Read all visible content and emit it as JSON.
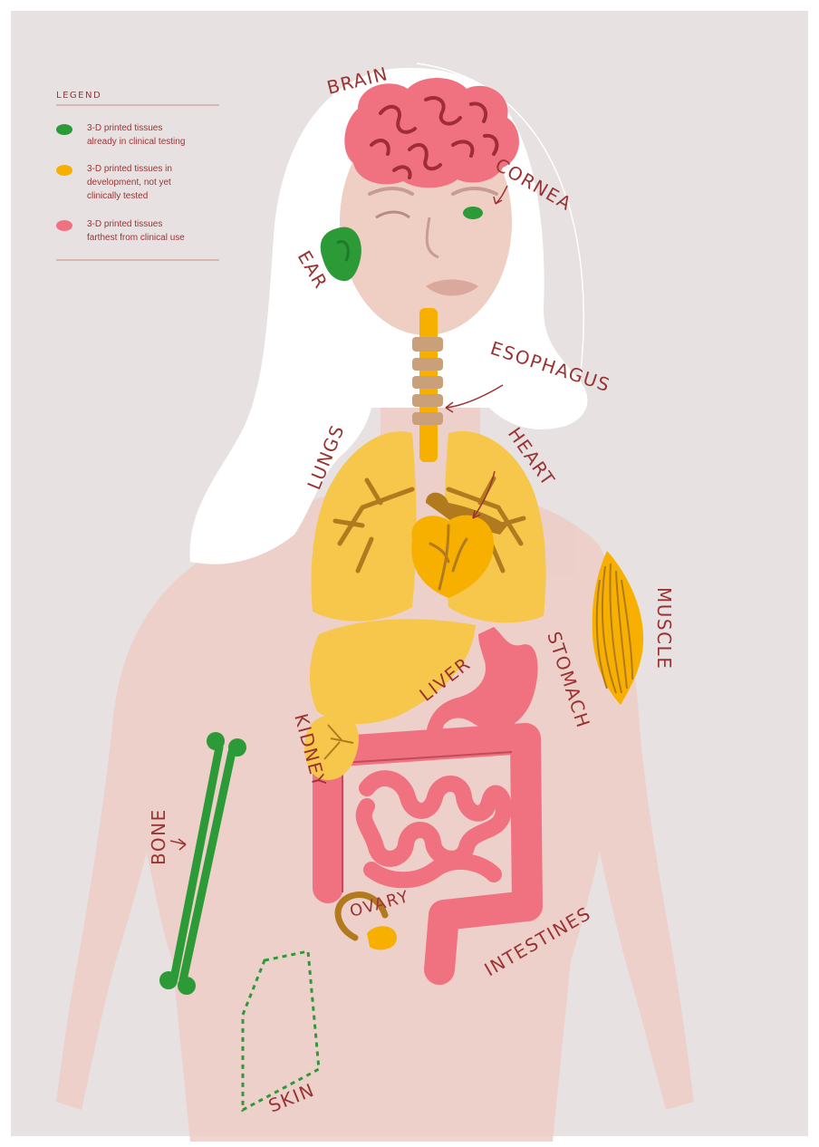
{
  "colors": {
    "background": "#e7e1e1",
    "clinical_testing": "#2b9a37",
    "in_development": "#f7b000",
    "farthest": "#f0717f",
    "label_text": "#9a3434",
    "body": "#efccc6",
    "hair": "#ffffff"
  },
  "legend": {
    "title": "LEGEND",
    "items": [
      {
        "color": "#2b9a37",
        "line1": "3-D printed tissues",
        "line2": "already in clinical testing",
        "line3": ""
      },
      {
        "color": "#f7b000",
        "line1": "3-D printed tissues in",
        "line2": "development, not yet",
        "line3": "clinically tested"
      },
      {
        "color": "#f0717f",
        "line1": "3-D printed tissues",
        "line2": "farthest from clinical use",
        "line3": ""
      }
    ]
  },
  "labels": {
    "brain": "BRAIN",
    "cornea": "CORNEA",
    "ear": "EAR",
    "esophagus": "ESOPHAGUS",
    "lungs": "LUNGS",
    "heart": "HEART",
    "muscle": "MUSCLE",
    "stomach": "STOMACH",
    "liver": "LIVER",
    "kidney": "KIDNEY",
    "bone": "BONE",
    "ovary": "OVARY",
    "intestines": "INTESTINES",
    "skin": "SKIN"
  },
  "organ_status": {
    "brain": "farthest from clinical use",
    "cornea": "already in clinical testing",
    "ear": "already in clinical testing",
    "esophagus": "in development",
    "lungs": "in development",
    "heart": "in development",
    "muscle": "in development",
    "stomach": "farthest from clinical use",
    "liver": "in development",
    "kidney": "in development",
    "bone": "already in clinical testing",
    "ovary": "in development",
    "intestines": "farthest from clinical use",
    "skin": "already in clinical testing"
  }
}
